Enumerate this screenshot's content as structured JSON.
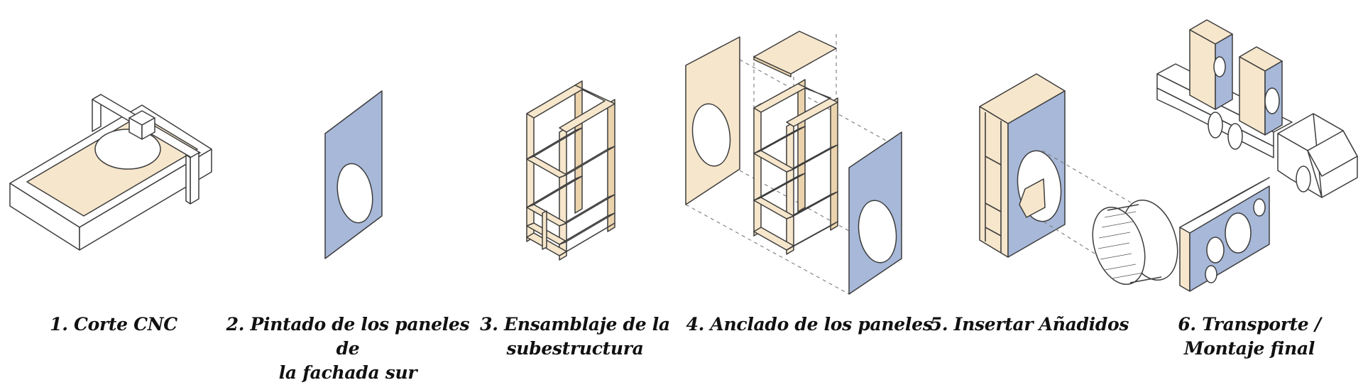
{
  "colors": {
    "wood": "#f6e6cb",
    "wood_edge": "#e6cfa6",
    "panel_blue": "#a7b8d9",
    "line": "#3d3d3d",
    "dash": "#7a7a7a",
    "background": "#ffffff"
  },
  "steps": [
    {
      "number": "1.",
      "title_lines": [
        "Corte CNC"
      ]
    },
    {
      "number": "2.",
      "title_lines": [
        "Pintado de los paneles de",
        "la fachada sur"
      ]
    },
    {
      "number": "3.",
      "title_lines": [
        "Ensamblaje de la",
        "subestructura"
      ]
    },
    {
      "number": "4.",
      "title_lines": [
        "Anclado de los paneles"
      ]
    },
    {
      "number": "5.",
      "title_lines": [
        "Insertar Añadidos"
      ]
    },
    {
      "number": "6.",
      "title_lines": [
        "Transporte /",
        "Montaje final"
      ]
    }
  ],
  "captions": {
    "step1_line1": "1. Corte CNC",
    "step2_line1": "2. Pintado de los paneles de",
    "step2_line2": "la fachada sur",
    "step3_line1": "3. Ensamblaje de la",
    "step3_line2": "subestructura",
    "step4_line1": "4. Anclado de los paneles",
    "step5_line1": "5. Insertar Añadidos",
    "step6_line1": "6. Transporte /",
    "step6_line2": "Montaje final"
  }
}
